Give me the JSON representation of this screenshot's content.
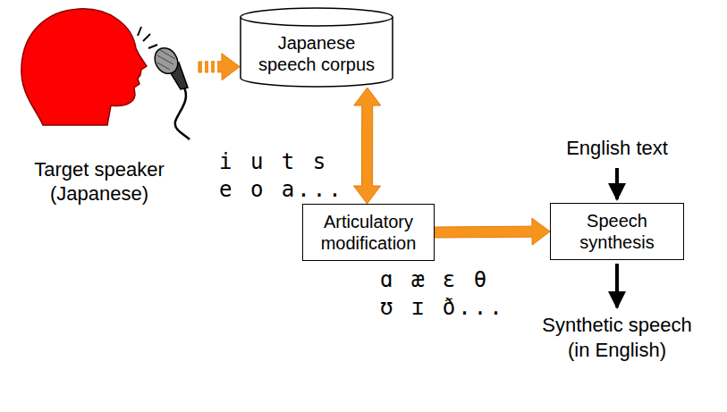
{
  "diagram": {
    "nodes": [
      {
        "text": [
          "Target speaker (Japanese)"
        ]
      },
      {
        "text": [
          "Japanese speech corpus"
        ]
      },
      {
        "text": [
          "Articulatory modification"
        ]
      },
      {
        "text": [
          "Speech synthesis"
        ]
      }
    ],
    "edges": [
      {
        "from": 0,
        "to": 1,
        "arrow": "to"
      },
      {
        "from": 1,
        "to": 2,
        "arrow": "both"
      },
      {
        "from": 2,
        "to": 3,
        "arrow": "to"
      }
    ],
    "labels": [
      "i u t s e o a...",
      "ɑ æ ɛ θ ʊ ɪ ð...",
      "English text",
      "Synthetic speech (in English)"
    ]
  }
}
